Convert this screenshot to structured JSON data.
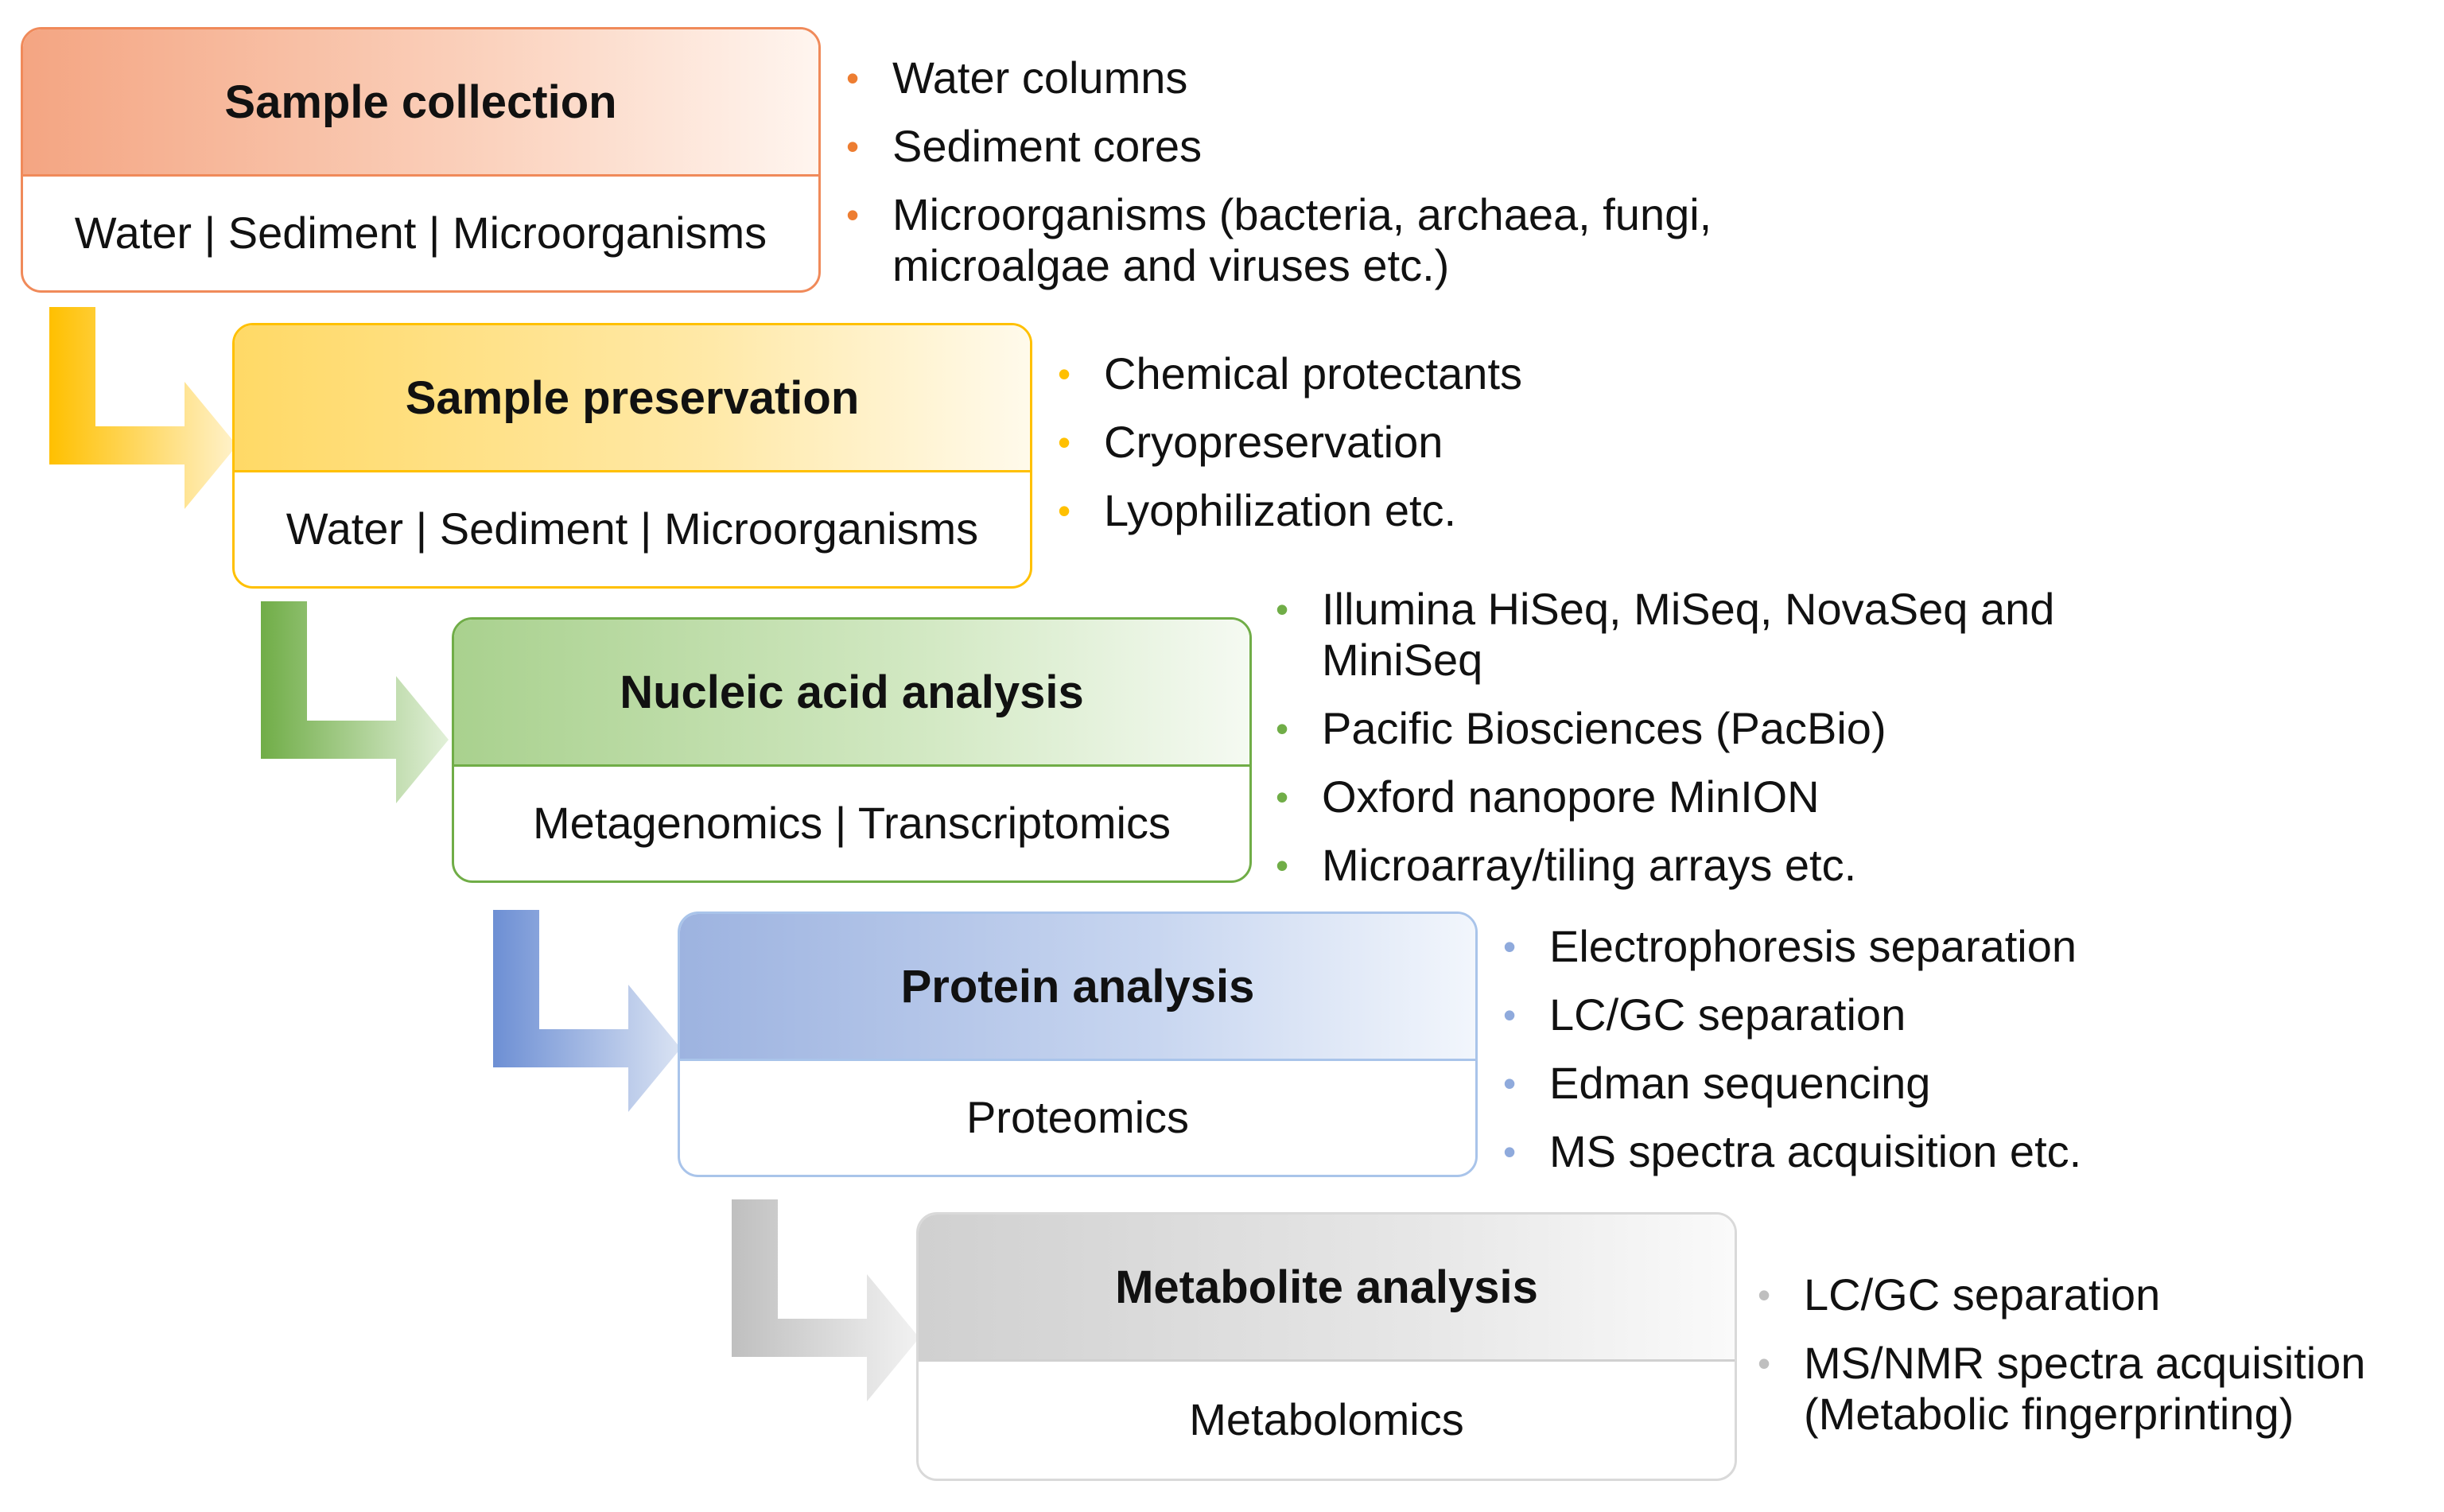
{
  "colors": {
    "orange": "#f4a582",
    "orange_border": "#f08a5a",
    "orange_dot": "#ed7d31",
    "yellow": "#ffd966",
    "yellow_border": "#ffc000",
    "yellow_dot": "#ffc000",
    "green": "#a9d18e",
    "green_border": "#70ad47",
    "green_dot": "#70ad47",
    "blue": "#9db3e0",
    "blue_border": "#a9c4ea",
    "blue_dot": "#8faadc",
    "gray": "#d9d9d9",
    "gray_border": "#d0d0d0",
    "gray_dot": "#bfbfbf"
  },
  "steps": [
    {
      "title": "Sample collection",
      "subtitle": "Water | Sediment | Microorganisms",
      "bullets": [
        "Water columns",
        "Sediment cores",
        "Microorganisms (bacteria, archaea, fungi, microalgae and viruses etc.)"
      ]
    },
    {
      "title": "Sample preservation",
      "subtitle": "Water | Sediment | Microorganisms",
      "bullets": [
        "Chemical protectants",
        "Cryopreservation",
        "Lyophilization etc."
      ]
    },
    {
      "title": "Nucleic acid analysis",
      "subtitle": "Metagenomics | Transcriptomics",
      "bullets": [
        "Illumina HiSeq, MiSeq, NovaSeq and MiniSeq",
        "Pacific Biosciences (PacBio)",
        "Oxford nanopore MinION",
        "Microarray/tiling arrays etc."
      ]
    },
    {
      "title": "Protein analysis",
      "subtitle": "Proteomics",
      "bullets": [
        "Electrophoresis separation",
        "LC/GC separation",
        "Edman sequencing",
        "MS spectra acquisition etc."
      ]
    },
    {
      "title": "Metabolite analysis",
      "subtitle": "Metabolomics",
      "bullets": [
        "LC/GC separation",
        "MS/NMR spectra acquisition (Metabolic fingerprinting)"
      ]
    }
  ]
}
